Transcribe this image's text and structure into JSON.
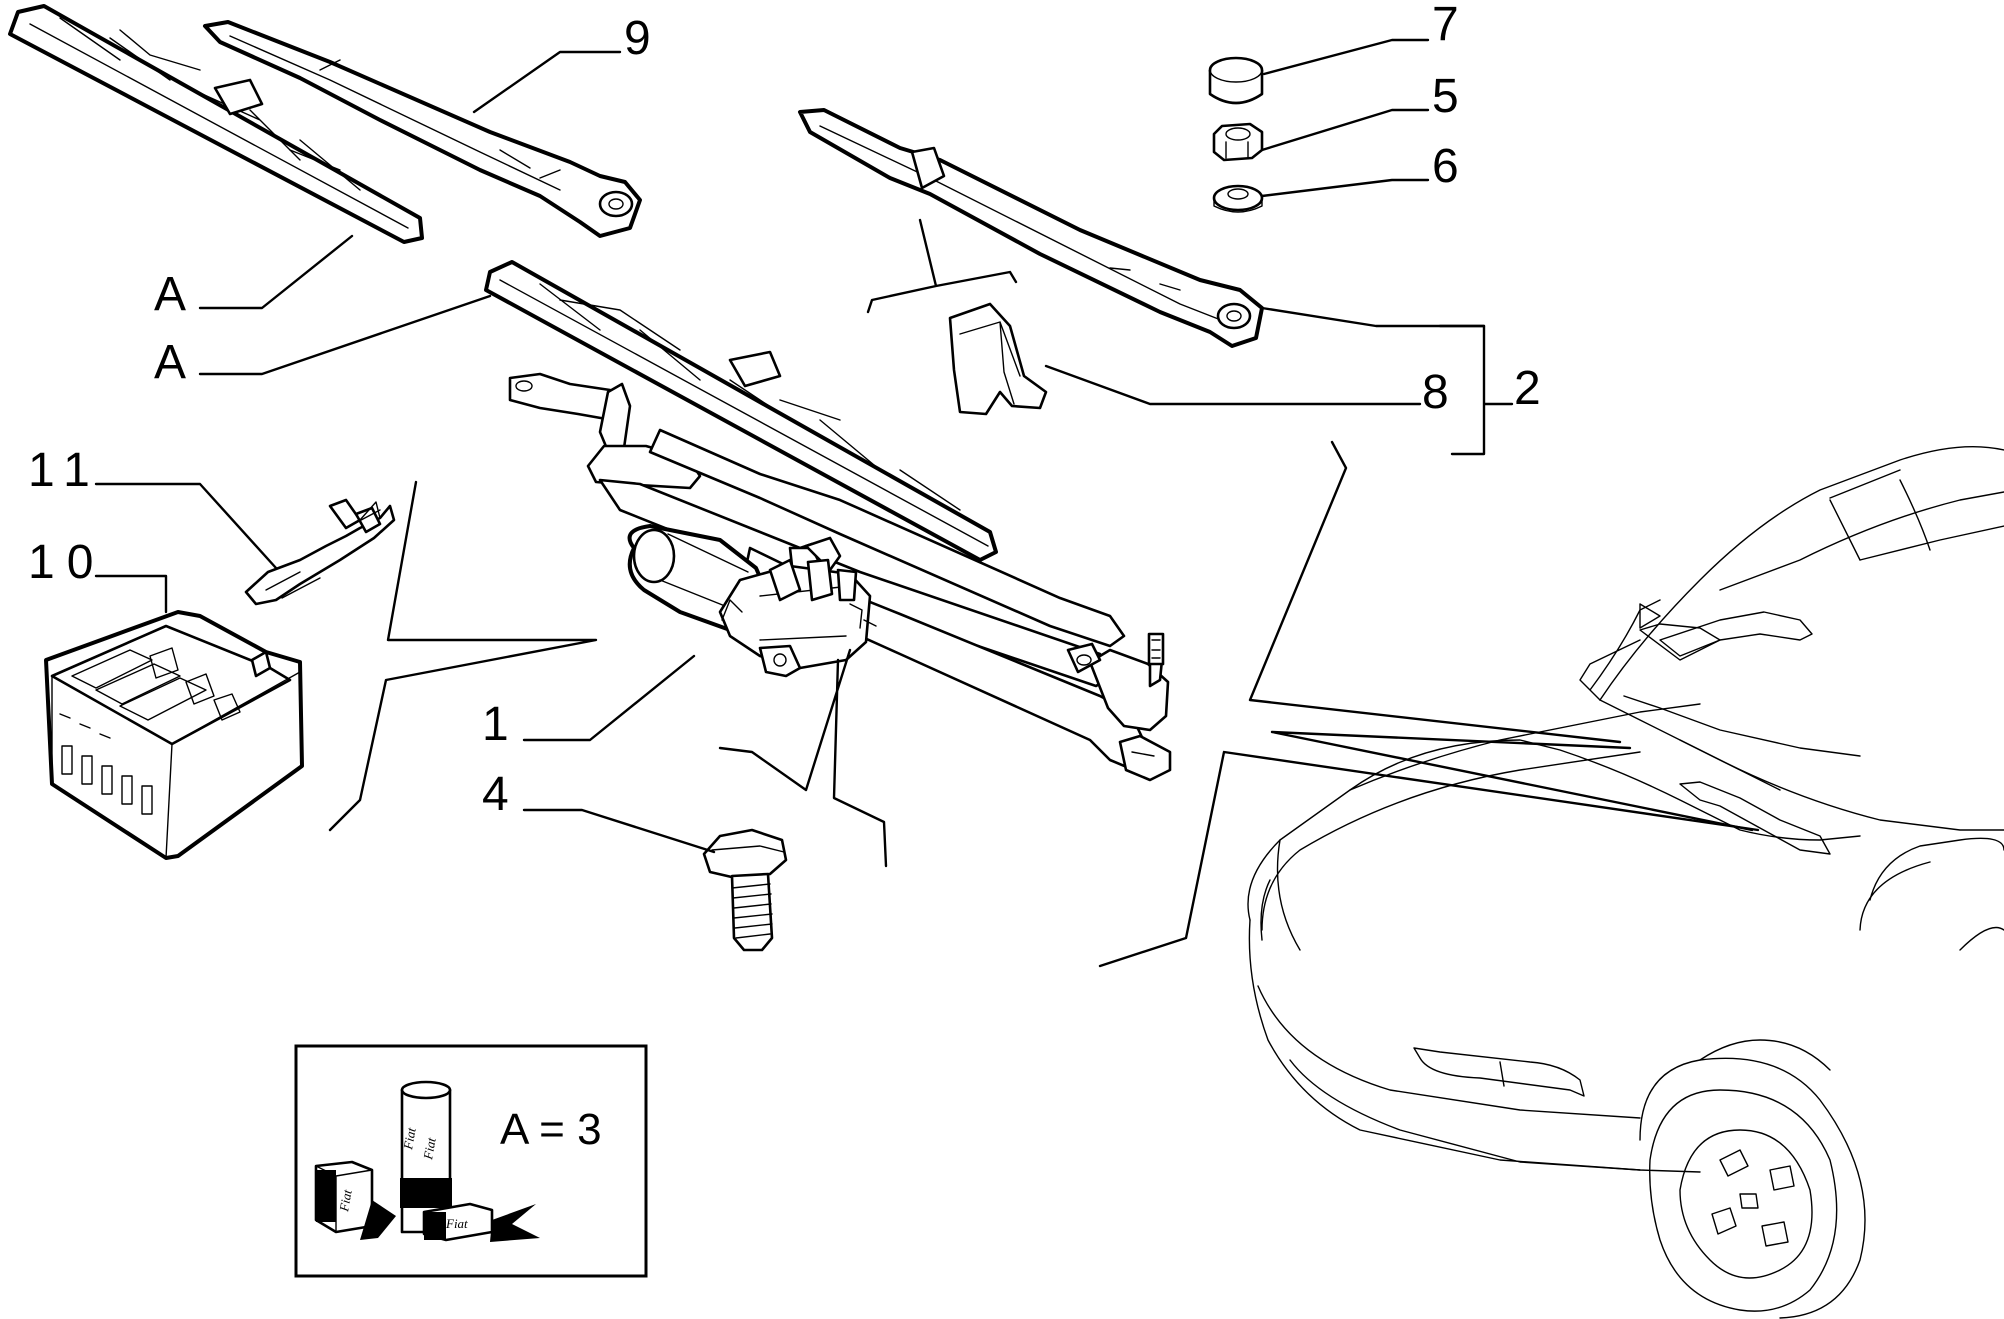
{
  "callouts": {
    "c1": "1",
    "c2": "2",
    "c4": "4",
    "c5": "5",
    "c6": "6",
    "c7": "7",
    "c8": "8",
    "c9": "9",
    "c10": "10",
    "c11": "11",
    "a_upper": "A",
    "a_lower": "A"
  },
  "kit_box": {
    "equation": "A = 3",
    "product_mark": "Fiat"
  }
}
